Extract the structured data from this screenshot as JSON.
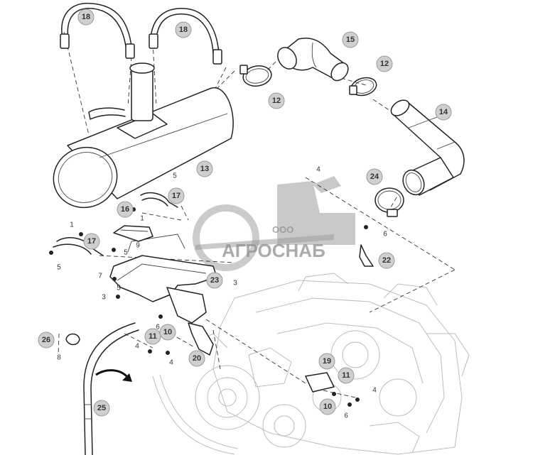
{
  "watermark": {
    "prefix": "ООО",
    "name": "АГРОСНАБ"
  },
  "callouts": [
    {
      "id": "c18a",
      "label": "18"
    },
    {
      "id": "c18b",
      "label": "18"
    },
    {
      "id": "c15",
      "label": "15"
    },
    {
      "id": "c12a",
      "label": "12"
    },
    {
      "id": "c12b",
      "label": "12"
    },
    {
      "id": "c14",
      "label": "14"
    },
    {
      "id": "c13",
      "label": "13"
    },
    {
      "id": "c24",
      "label": "24"
    },
    {
      "id": "c16",
      "label": "16"
    },
    {
      "id": "c17a",
      "label": "17"
    },
    {
      "id": "c17b",
      "label": "17"
    },
    {
      "id": "c22",
      "label": "22"
    },
    {
      "id": "c23",
      "label": "23"
    },
    {
      "id": "c26",
      "label": "26"
    },
    {
      "id": "c11a",
      "label": "11"
    },
    {
      "id": "c10a",
      "label": "10"
    },
    {
      "id": "c20",
      "label": "20"
    },
    {
      "id": "c19",
      "label": "19"
    },
    {
      "id": "c11b",
      "label": "11"
    },
    {
      "id": "c10b",
      "label": "10"
    },
    {
      "id": "c25",
      "label": "25"
    }
  ],
  "small_labels": [
    {
      "id": "s5a",
      "label": "5"
    },
    {
      "id": "s1a",
      "label": "1"
    },
    {
      "id": "s1b",
      "label": "1"
    },
    {
      "id": "s9",
      "label": "9"
    },
    {
      "id": "s5b",
      "label": "5"
    },
    {
      "id": "s5c",
      "label": "5"
    },
    {
      "id": "s7",
      "label": "7"
    },
    {
      "id": "s5d",
      "label": "5"
    },
    {
      "id": "s3a",
      "label": "3"
    },
    {
      "id": "s3b",
      "label": "3"
    },
    {
      "id": "s4a",
      "label": "4"
    },
    {
      "id": "s6a",
      "label": "6"
    },
    {
      "id": "s6b",
      "label": "6"
    },
    {
      "id": "s4b",
      "label": "4"
    },
    {
      "id": "s4c",
      "label": "4"
    },
    {
      "id": "s8",
      "label": "8"
    },
    {
      "id": "s4d",
      "label": "4"
    },
    {
      "id": "s6c",
      "label": "6"
    }
  ]
}
